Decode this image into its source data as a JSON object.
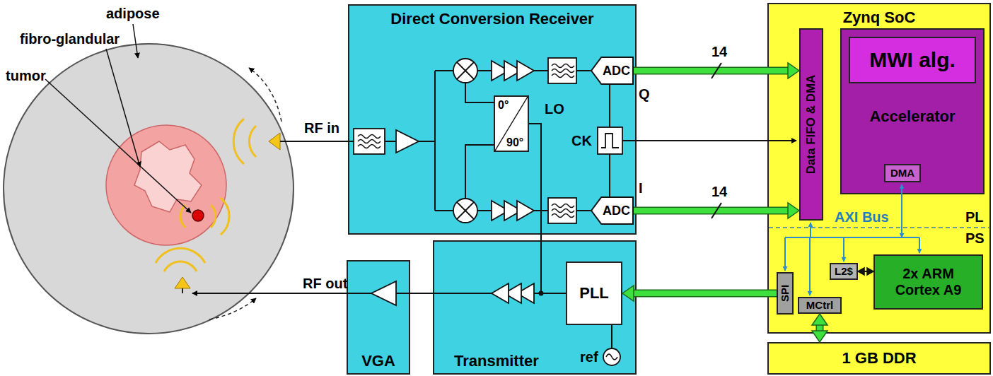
{
  "diagram": {
    "nodes": [
      {
        "text": [
          "Direct Conversion Receiver"
        ]
      },
      {
        "text": [
          "0°",
          "90°"
        ],
        "in": 0
      },
      {
        "text": [
          "ADC"
        ],
        "in": 0
      },
      {
        "text": [
          "ADC"
        ],
        "in": 0
      },
      {
        "text": [
          "Zynq SoC"
        ]
      },
      {
        "text": [
          "Data FIFO & DMA"
        ],
        "in": 4
      },
      {
        "text": [
          "Accelerator"
        ],
        "in": 4
      },
      {
        "text": [
          "MWI alg."
        ],
        "in": 6
      },
      {
        "text": [
          "DMA"
        ],
        "in": 6
      },
      {
        "text": [
          "SPI"
        ],
        "in": 4
      },
      {
        "text": [
          "MCtrl"
        ],
        "in": 4
      },
      {
        "text": [
          "L2$"
        ],
        "in": 4
      },
      {
        "text": [
          "2x ARM Cortex A9"
        ],
        "in": 4
      },
      {
        "text": [
          "1 GB DDR"
        ]
      },
      {
        "text": [
          "VGA"
        ]
      },
      {
        "text": [
          "Transmitter"
        ]
      },
      {
        "text": [
          "PLL"
        ],
        "in": 15
      }
    ],
    "edges": [
      {
        "from": 2,
        "to": 5,
        "arrow": "to",
        "label": "14"
      },
      {
        "from": 3,
        "to": 5,
        "arrow": "to",
        "label": "14"
      },
      {
        "from": 9,
        "to": 16,
        "arrow": "to"
      },
      {
        "from": 10,
        "to": 13,
        "arrow": "both"
      },
      {
        "from": 11,
        "to": 12,
        "arrow": "both"
      },
      {
        "from": 15,
        "to": 1,
        "arrow": "none"
      },
      {
        "from": 15,
        "to": 14,
        "arrow": "none"
      }
    ],
    "labels": [
      "adipose",
      "fibro-glandular",
      "tumor",
      "RF in",
      "RF out",
      "LO",
      "Q",
      "I",
      "CK",
      "PL",
      "PS",
      "AXI Bus",
      "ref"
    ]
  }
}
